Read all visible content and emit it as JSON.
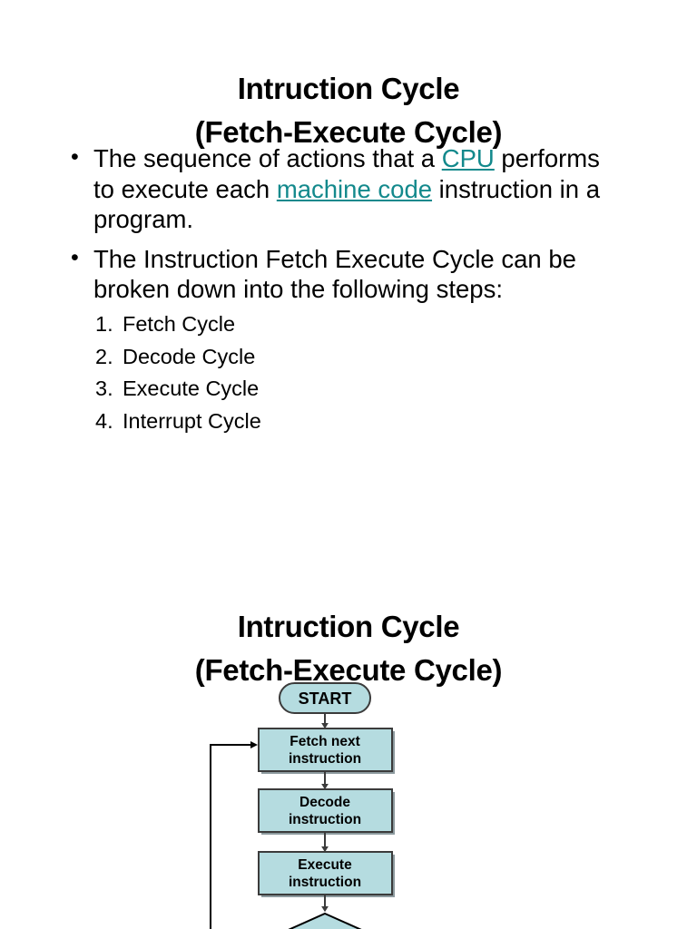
{
  "slide_one": {
    "title_line_1": "Intruction Cycle",
    "title_line_2": "(Fetch-Execute Cycle)",
    "bullets": [
      {
        "parts": [
          {
            "text": "The sequence of actions that a ",
            "link": false
          },
          {
            "text": "CPU",
            "link": true
          },
          {
            "text": " performs to execute each ",
            "link": false
          },
          {
            "text": "machine code",
            "link": true
          },
          {
            "text": " instruction in a program.",
            "link": false
          }
        ]
      },
      {
        "text": "The Instruction Fetch Execute Cycle can be broken down into the following steps:"
      }
    ],
    "steps": [
      {
        "index": "1.",
        "label": "Fetch Cycle"
      },
      {
        "index": "2.",
        "label": "Decode Cycle"
      },
      {
        "index": "3.",
        "label": "Execute Cycle"
      },
      {
        "index": "4.",
        "label": "Interrupt Cycle"
      }
    ]
  },
  "slide_two": {
    "title_line_1": "Intruction Cycle",
    "title_line_2": "(Fetch-Execute Cycle)",
    "flowchart": {
      "fill_color": "#b5dce0",
      "stroke_color": "#3b3b3b",
      "arrow_color": "#3b3b3b",
      "nodes": [
        {
          "id": "start",
          "shape": "stadium",
          "label": "START"
        },
        {
          "id": "fetch",
          "shape": "rectangle",
          "label_line_1": "Fetch next",
          "label_line_2": "instruction"
        },
        {
          "id": "decode",
          "shape": "rectangle",
          "label_line_1": "Decode",
          "label_line_2": "instruction"
        },
        {
          "id": "execute",
          "shape": "rectangle",
          "label_line_1": "Execute",
          "label_line_2": "instruction"
        },
        {
          "id": "decision",
          "shape": "diamond",
          "label": ""
        }
      ],
      "edges": [
        {
          "from": "start",
          "to": "fetch"
        },
        {
          "from": "fetch",
          "to": "decode"
        },
        {
          "from": "decode",
          "to": "execute"
        },
        {
          "from": "execute",
          "to": "decision"
        },
        {
          "from": "loop",
          "to": "fetch"
        }
      ]
    }
  }
}
